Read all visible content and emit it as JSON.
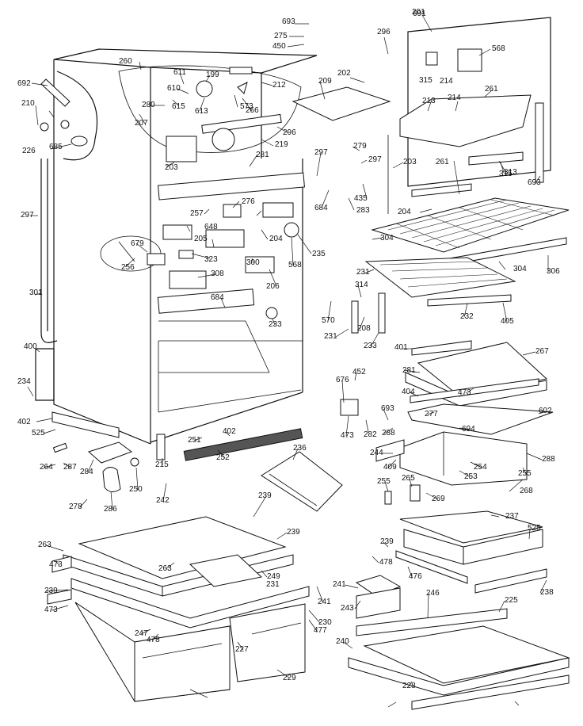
{
  "labels": [
    "693",
    "201",
    "275",
    "450",
    "296",
    "691",
    "260",
    "692",
    "611",
    "199",
    "212",
    "209",
    "202",
    "568",
    "210",
    "280",
    "615",
    "610",
    "613",
    "266",
    "213",
    "214",
    "261",
    "315",
    "573",
    "207",
    "296",
    "214",
    "315",
    "226",
    "685",
    "219",
    "281",
    "279",
    "297",
    "203",
    "203",
    "297",
    "261",
    "313",
    "297",
    "693",
    "435",
    "276",
    "283",
    "684",
    "204",
    "257",
    "648",
    "679",
    "204",
    "205",
    "304",
    "256",
    "323",
    "300",
    "568",
    "235",
    "304",
    "308",
    "206",
    "231",
    "306",
    "684",
    "314",
    "301",
    "233",
    "570",
    "208",
    "232",
    "233",
    "231",
    "405",
    "401",
    "267",
    "400",
    "281",
    "452",
    "676",
    "234",
    "404",
    "473",
    "602",
    "402",
    "277",
    "525",
    "693",
    "282",
    "473",
    "288",
    "402",
    "694",
    "251",
    "244",
    "288",
    "252",
    "409",
    "254",
    "253",
    "265",
    "264",
    "287",
    "284",
    "215",
    "236",
    "255",
    "255",
    "269",
    "278",
    "286",
    "250",
    "268",
    "242",
    "239",
    "239",
    "263",
    "478",
    "473",
    "237",
    "525",
    "239",
    "239",
    "263",
    "249",
    "473",
    "241",
    "476",
    "231",
    "478",
    "241",
    "246",
    "238",
    "230",
    "477",
    "247",
    "225",
    "243",
    "227",
    "240",
    "229",
    "228"
  ]
}
